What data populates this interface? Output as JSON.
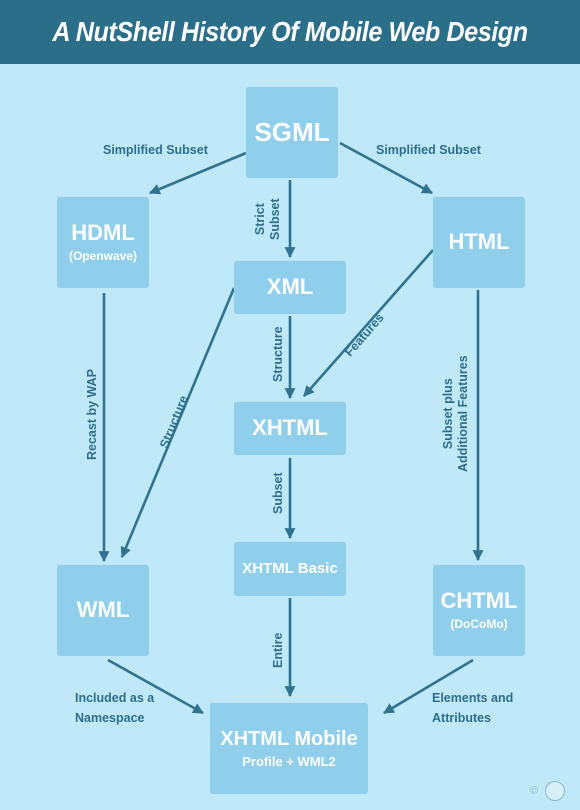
{
  "title": "A NutShell History Of Mobile Web Design",
  "colors": {
    "header": "#2a6e8a",
    "background": "#bfe9f8",
    "node": "#8fcfeb",
    "arrow": "#2f7391",
    "label": "#2d6f8b"
  },
  "nodes": {
    "sgml": {
      "label": "SGML"
    },
    "hdml": {
      "label": "HDML",
      "sub": "(Openwave)"
    },
    "html": {
      "label": "HTML"
    },
    "xml": {
      "label": "XML"
    },
    "xhtml": {
      "label": "XHTML"
    },
    "xhtml_basic": {
      "label": "XHTML Basic"
    },
    "wml": {
      "label": "WML"
    },
    "chtml": {
      "label": "CHTML",
      "sub": "(DoCoMo)"
    },
    "xhtml_mobile": {
      "label": "XHTML Mobile",
      "sub": "Profile + WML2"
    }
  },
  "edges": {
    "sgml_hdml": "Simplified Subset",
    "sgml_html": "Simplified Subset",
    "sgml_xml_1": "Strict",
    "sgml_xml_2": "Subset",
    "xml_xhtml": "Structure",
    "html_xhtml": "Features",
    "xml_wml": "Structure",
    "hdml_wml": "Recast by WAP",
    "html_chtml_1": "Subset plus",
    "html_chtml_2": "Additional Features",
    "xhtml_basic": "Subset",
    "basic_mobile": "Entire",
    "wml_mobile_1": "Included as a",
    "wml_mobile_2": "Namespace",
    "chtml_mobile_1": "Elements and",
    "chtml_mobile_2": "Attributes"
  },
  "copyright": "©"
}
